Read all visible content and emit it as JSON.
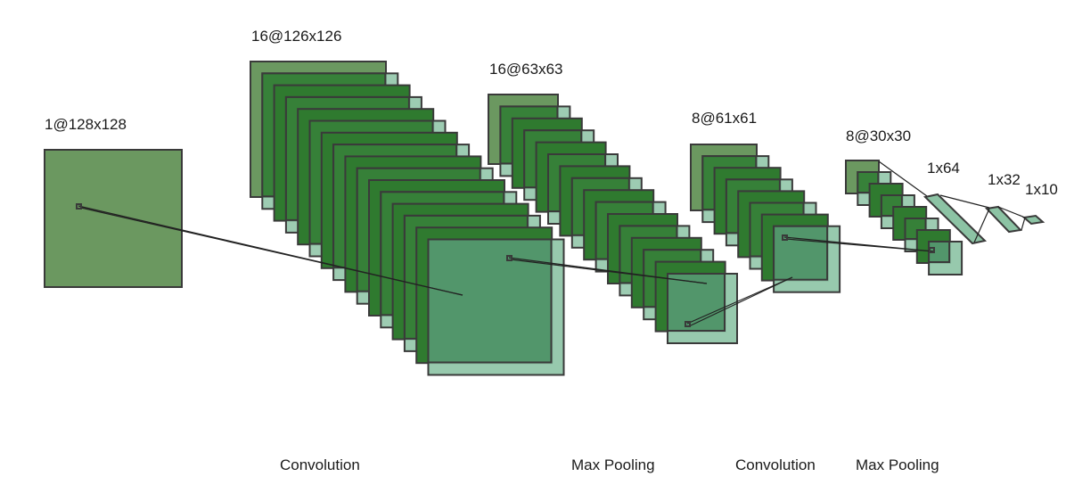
{
  "layers": [
    {
      "id": "input",
      "label": "1@128x128"
    },
    {
      "id": "conv1",
      "label": "16@126x126"
    },
    {
      "id": "pool1",
      "label": "16@63x63"
    },
    {
      "id": "conv2",
      "label": "8@61x61"
    },
    {
      "id": "pool2",
      "label": "8@30x30"
    },
    {
      "id": "fc1",
      "label": "1x64"
    },
    {
      "id": "fc2",
      "label": "1x32"
    },
    {
      "id": "fc3",
      "label": "1x10"
    }
  ],
  "operations": [
    {
      "id": "op1",
      "label": "Convolution"
    },
    {
      "id": "op2",
      "label": "Max Pooling"
    },
    {
      "id": "op3",
      "label": "Convolution"
    },
    {
      "id": "op4",
      "label": "Max Pooling"
    }
  ],
  "colors": {
    "input_fill": "#6b9860",
    "map_dark": "#2f7a2f",
    "map_mid": "#4f9468",
    "map_light": "#8cc3a4",
    "stroke": "#3a3a3a"
  }
}
